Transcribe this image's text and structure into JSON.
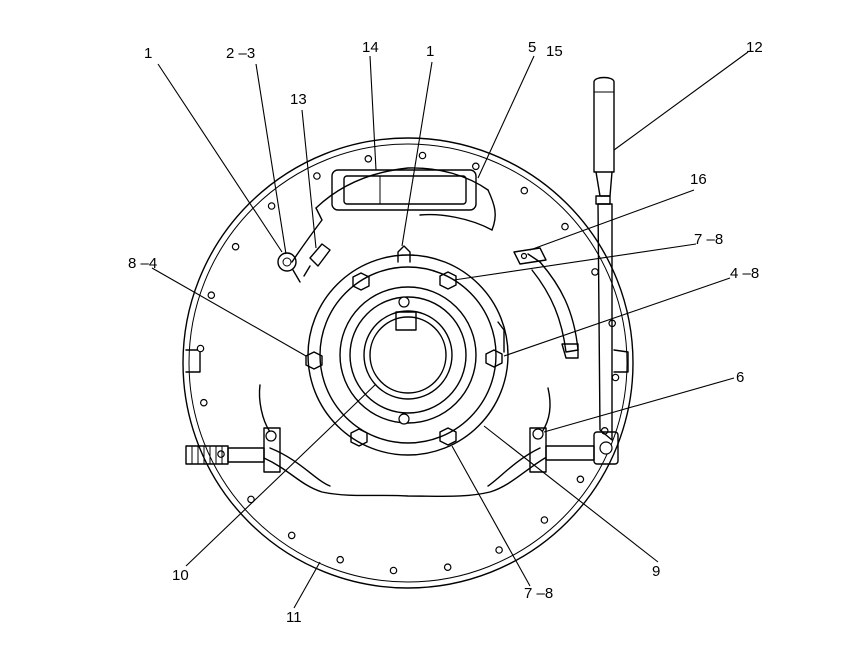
{
  "callouts": [
    {
      "id": "c1a",
      "label": "1"
    },
    {
      "id": "c23",
      "label": "2 –3"
    },
    {
      "id": "c13",
      "label": "13"
    },
    {
      "id": "c14",
      "label": "14"
    },
    {
      "id": "c1b",
      "label": "1"
    },
    {
      "id": "c5",
      "label": "5"
    },
    {
      "id": "c15",
      "label": "15"
    },
    {
      "id": "c12",
      "label": "12"
    },
    {
      "id": "c16",
      "label": "16"
    },
    {
      "id": "c78a",
      "label": "7 –8"
    },
    {
      "id": "c84",
      "label": "8 –4"
    },
    {
      "id": "c48",
      "label": "4 –8"
    },
    {
      "id": "c6",
      "label": "6"
    },
    {
      "id": "c10",
      "label": "10"
    },
    {
      "id": "c9",
      "label": "9"
    },
    {
      "id": "c78b",
      "label": "7 –8"
    },
    {
      "id": "c11",
      "label": "11"
    }
  ]
}
